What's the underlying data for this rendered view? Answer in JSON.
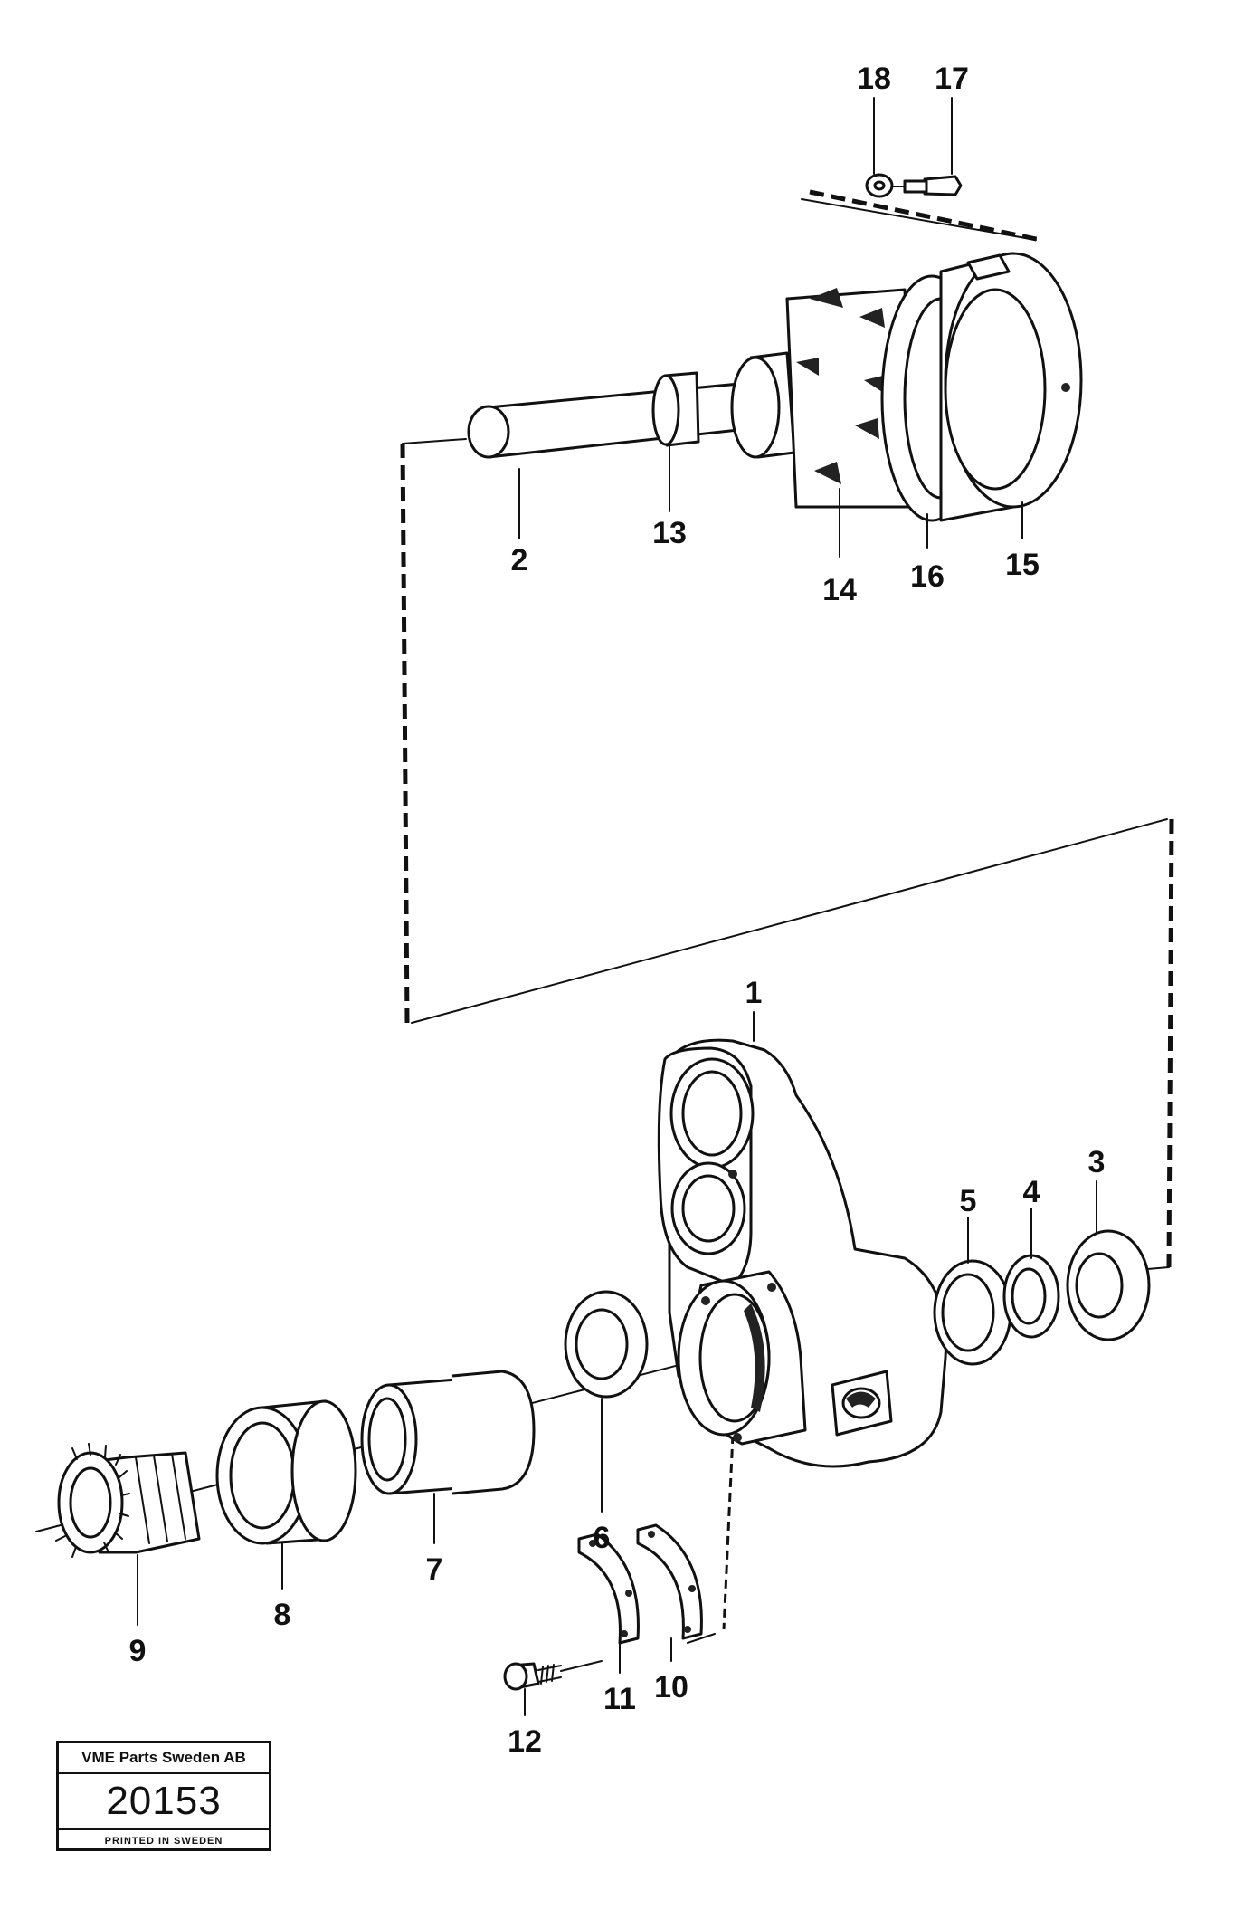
{
  "part_labels": {
    "p1": "1",
    "p2": "2",
    "p3": "3",
    "p4": "4",
    "p5": "5",
    "p6": "6",
    "p7": "7",
    "p8": "8",
    "p9": "9",
    "p10": "10",
    "p11": "11",
    "p12": "12",
    "p13": "13",
    "p14": "14",
    "p15": "15",
    "p16": "16",
    "p17": "17",
    "p18": "18"
  },
  "stamp": {
    "company": "VME Parts Sweden AB",
    "code": "20153",
    "printed": "PRINTED IN SWEDEN"
  },
  "colors": {
    "ink": "#111111",
    "paper": "#ffffff"
  }
}
